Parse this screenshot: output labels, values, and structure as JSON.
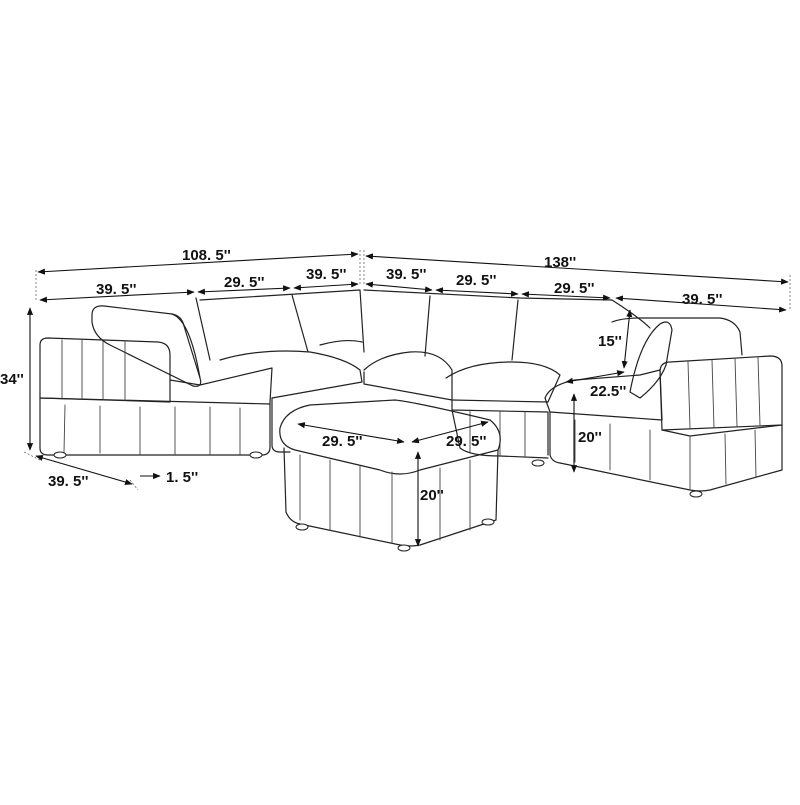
{
  "dimensions": {
    "left_total_width": "108. 5''",
    "right_total_width": "138''",
    "left_arm_seat": "39. 5''",
    "left_armless_seat": "29. 5''",
    "left_corner_seat": "39. 5''",
    "right_corner_seat": "39. 5''",
    "right_armless_seat_1": "29. 5''",
    "right_armless_seat_2": "29. 5''",
    "right_arm_seat": "39. 5''",
    "overall_height": "34''",
    "back_cushion_height": "15''",
    "seat_depth_cushion": "22.5''",
    "seat_height": "20''",
    "seat_depth": "39. 5''",
    "leg_height": "1. 5''",
    "ottoman_width": "29. 5''",
    "ottoman_depth": "29. 5''",
    "ottoman_height": "20''"
  }
}
